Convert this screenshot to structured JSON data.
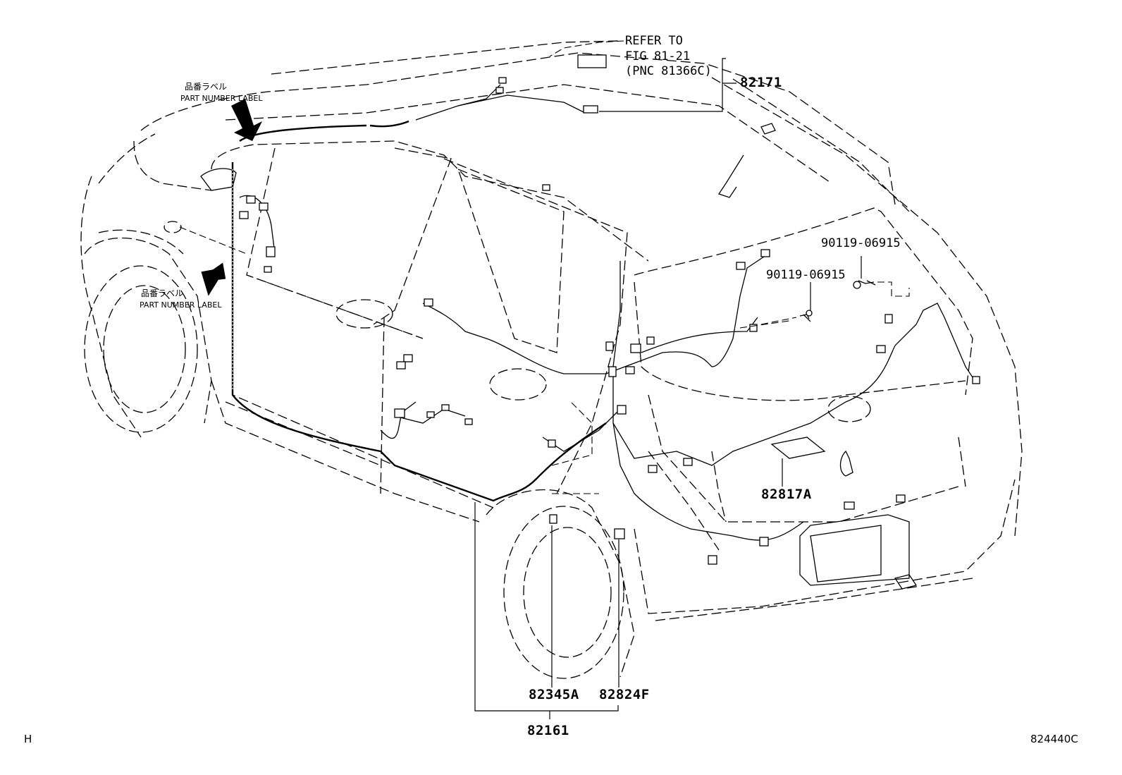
{
  "labels": {
    "refer_to": "REFER TO",
    "fig": "FIG 81-21",
    "pnc": "(PNC 81366C)",
    "part_82171": "82171",
    "bolt_1": "90119-06915",
    "bolt_2": "90119-06915",
    "part_82817A": "82817A",
    "part_82345A": "82345A",
    "part_82824F": "82824F",
    "part_82161": "82161"
  },
  "part_number_label_1": {
    "jp": "品番ラベル",
    "en": "PART NUMBER LABEL"
  },
  "part_number_label_2": {
    "jp": "品番ラベル",
    "en": "PART NUMBER LABEL"
  },
  "footer": {
    "left_code": "H",
    "diagram_id": "824440C"
  }
}
